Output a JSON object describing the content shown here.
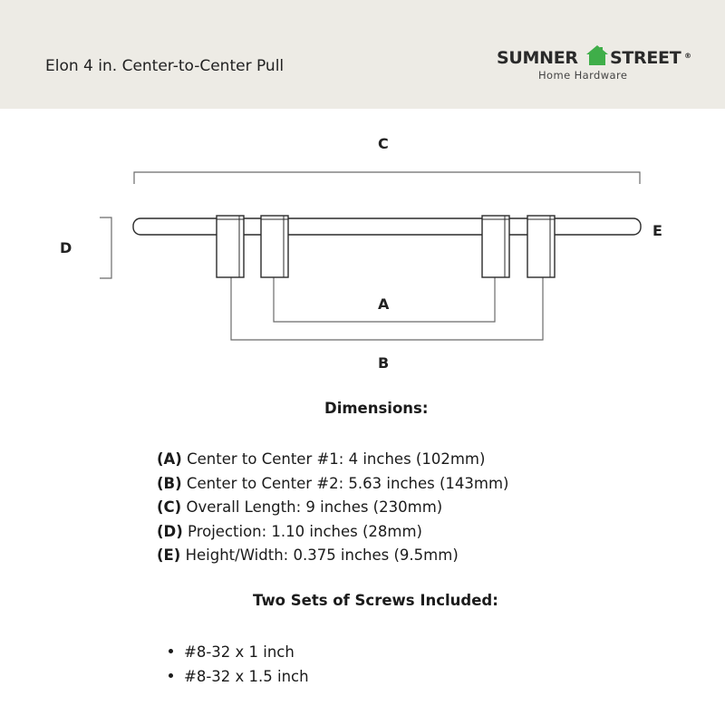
{
  "header": {
    "product_title": "Elon 4 in. Center-to-Center Pull",
    "brand_word1": "SUMNER",
    "brand_word2": "STREET",
    "brand_mark": "®",
    "brand_subtitle": "Home Hardware",
    "brand_color": "#3fae49",
    "background_color": "#edebe5"
  },
  "diagram": {
    "labels": {
      "a": "A",
      "b": "B",
      "c": "C",
      "d": "D",
      "e": "E"
    }
  },
  "dimensions": {
    "heading": "Dimensions:",
    "items": [
      {
        "key": "(A)",
        "text": "Center to Center #1: 4 inches (102mm)"
      },
      {
        "key": "(B)",
        "text": "Center to Center #2: 5.63 inches (143mm)"
      },
      {
        "key": "(C)",
        "text": "Overall Length: 9 inches (230mm)"
      },
      {
        "key": "(D)",
        "text": "Projection: 1.10 inches (28mm)"
      },
      {
        "key": "(E)",
        "text": "Height/Width: 0.375 inches (9.5mm)"
      }
    ]
  },
  "screws": {
    "heading": "Two Sets of Screws Included:",
    "items": [
      "#8-32 x 1 inch",
      "#8-32 x 1.5 inch"
    ]
  }
}
